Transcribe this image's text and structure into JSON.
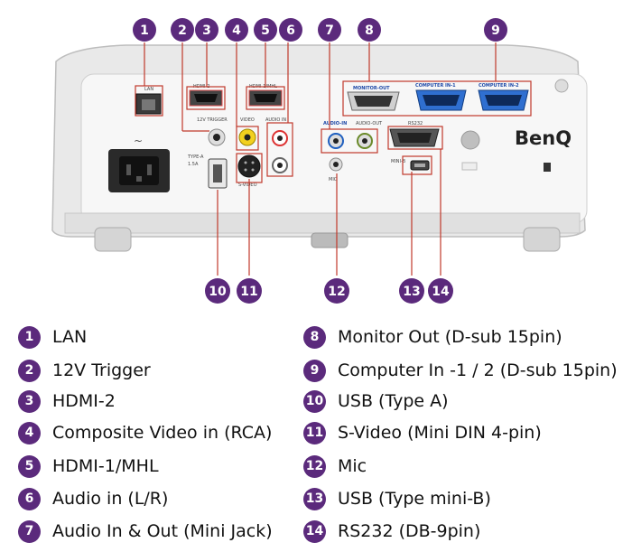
{
  "callouts_top": [
    "1",
    "2",
    "3",
    "4",
    "5",
    "6",
    "7",
    "8",
    "9"
  ],
  "callouts_bottom": [
    "10",
    "11",
    "12",
    "13",
    "14"
  ],
  "panel": {
    "brand": "BenQ",
    "lan": "LAN",
    "hdmi2": "HDMI-2",
    "hdmi1": "HDMI-1/MHL",
    "trigger": "12V TRIGGER",
    "video": "VIDEO",
    "audio_in_lr": "AUDIO IN",
    "audio_in": "AUDIO-IN",
    "audio_out": "AUDIO-OUT",
    "monitor_out": "MONITOR-OUT",
    "computer_in_1": "COMPUTER IN-1",
    "computer_in_2": "COMPUTER IN-2",
    "rs232": "RS232",
    "type_a": "TYPE-A",
    "type_a_rating": "1.5A",
    "mini_b": "MINI-B",
    "s_video": "S-VIDEO",
    "mic": "MIC",
    "ac_symbol": "~"
  },
  "legend": [
    {
      "num": "1",
      "text": "LAN"
    },
    {
      "num": "2",
      "text": "12V Trigger"
    },
    {
      "num": "3",
      "text": "HDMI-2"
    },
    {
      "num": "4",
      "text": "Composite Video in (RCA)"
    },
    {
      "num": "5",
      "text": "HDMI-1/MHL"
    },
    {
      "num": "6",
      "text": "Audio in (L/R)"
    },
    {
      "num": "7",
      "text": "Audio In & Out (Mini Jack)"
    },
    {
      "num": "8",
      "text": "Monitor Out (D-sub 15pin)"
    },
    {
      "num": "9",
      "text": "Computer In -1 / 2 (D-sub 15pin)"
    },
    {
      "num": "10",
      "text": "USB (Type A)"
    },
    {
      "num": "11",
      "text": "S-Video (Mini DIN 4-pin)"
    },
    {
      "num": "12",
      "text": "Mic"
    },
    {
      "num": "13",
      "text": "USB (Type mini-B)"
    },
    {
      "num": "14",
      "text": "RS232 (DB-9pin)"
    }
  ],
  "colors": {
    "callout": "#5b2a7c",
    "leader": "#c0392b",
    "port_blue": "#1f5fbf"
  }
}
